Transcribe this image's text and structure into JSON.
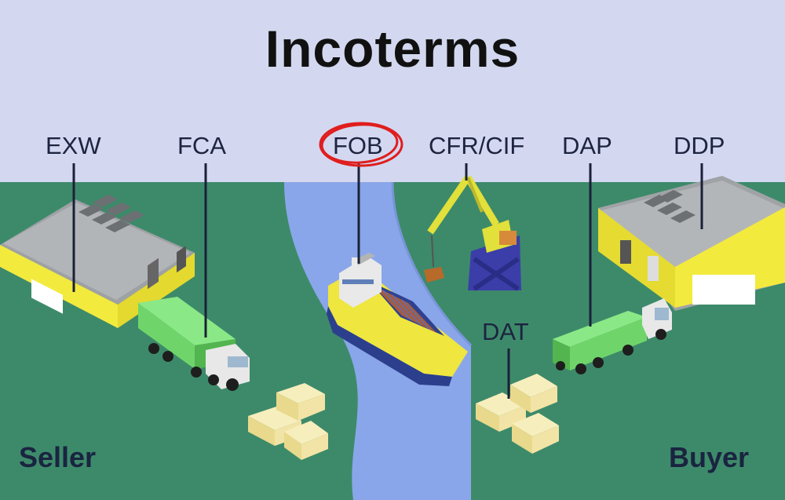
{
  "title": "Incoterms",
  "terms": [
    {
      "key": "exw",
      "label": "EXW"
    },
    {
      "key": "fca",
      "label": "FCA"
    },
    {
      "key": "fob",
      "label": "FOB",
      "highlighted": true
    },
    {
      "key": "cfr_cif",
      "label": "CFR/CIF"
    },
    {
      "key": "dap",
      "label": "DAP"
    },
    {
      "key": "ddp",
      "label": "DDP"
    },
    {
      "key": "dat",
      "label": "DAT"
    }
  ],
  "parties": {
    "seller": "Seller",
    "buyer": "Buyer"
  },
  "colors": {
    "sky": "#d3d8f0",
    "ground": "#3d8a6a",
    "river": "#8aa6ea",
    "warehouse_wall": "#f3ea3e",
    "roof": "#a0a3a6",
    "truck_container": "#6fd56a",
    "ship_hull": "#efe63f",
    "crane_yellow": "#e2e03a",
    "crane_base": "#3b3ea8",
    "boxes": "#f4e7a6",
    "highlight_circle": "#e01e1e",
    "pointer_line": "#1a2138"
  },
  "icons": [
    "warehouse-icon",
    "truck-icon",
    "ship-icon",
    "crane-icon",
    "boxes-icon"
  ]
}
